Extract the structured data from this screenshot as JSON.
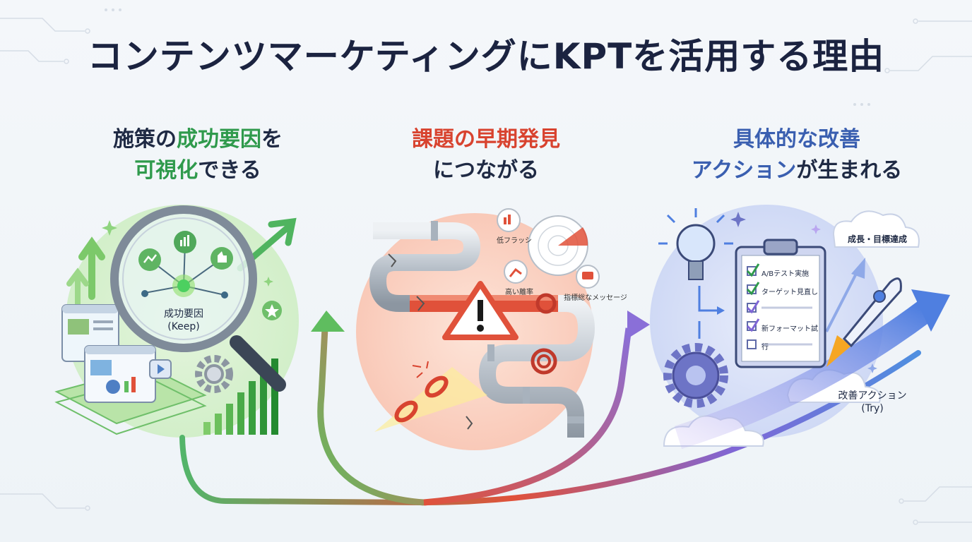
{
  "title": "コンテンツマーケティングにKPTを活用する理由",
  "columns": [
    {
      "heading_pre": "施策の",
      "heading_hl": "成功要因",
      "heading_mid": "を",
      "heading_hl2": "可視化",
      "heading_post": "できる",
      "center_label": "成功要因",
      "center_sub": "(Keep)"
    },
    {
      "heading_hl": "課題の早期発見",
      "heading_post": "につながる",
      "tag_1": "低フラッシ",
      "tag_2": "高い離率",
      "tag_3": "指標総なメッセージ"
    },
    {
      "heading_hl": "具体的な改善",
      "heading_hl2": "アクション",
      "heading_post": "が生まれる",
      "cloud_label": "成長・目標達成",
      "checklist": [
        "A/Bテスト実施",
        "ターゲット見直し",
        "",
        "新フォーマット試行",
        ""
      ],
      "action_label": "改善アクション",
      "action_sub": "(Try)"
    }
  ],
  "colors": {
    "keep": "#3fae5a",
    "problem": "#e0513a",
    "try": "#4f6fd0",
    "title": "#1b2340"
  }
}
